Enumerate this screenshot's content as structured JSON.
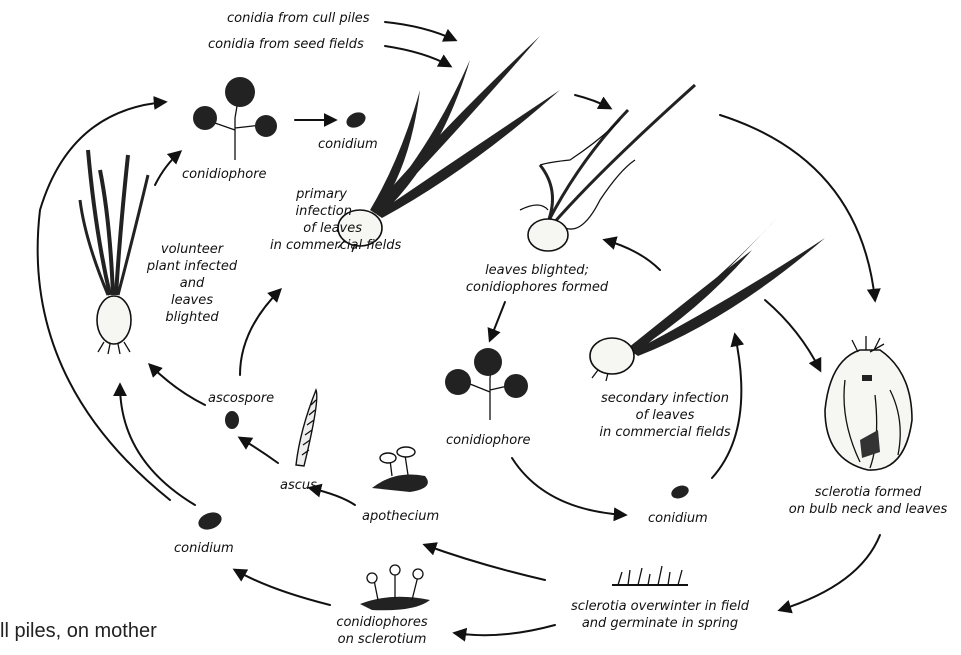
{
  "labels": {
    "conidia_cull": "conidia from cull piles",
    "conidia_seed": "conidia from seed fields",
    "conidiophore_top": "conidiophore",
    "conidium_top": "conidium",
    "volunteer": [
      "volunteer",
      "plant infected",
      "and",
      "leaves",
      "blighted"
    ],
    "primary": [
      "primary",
      "infection",
      "of leaves",
      "in commercial fields"
    ],
    "leaves_blighted": [
      "leaves blighted;",
      "conidiophores formed"
    ],
    "conidiophore_mid": "conidiophore",
    "secondary": [
      "secondary infection",
      "of leaves",
      "in commercial fields"
    ],
    "ascospore": "ascospore",
    "ascus": "ascus",
    "apothecium": "apothecium",
    "conidium_left": "conidium",
    "conidium_mid": "conidium",
    "sclerotia_formed": [
      "sclerotia formed",
      "on bulb neck and leaves"
    ],
    "overwinter": [
      "sclerotia overwinter in field",
      "and germinate in spring"
    ],
    "conidiophores_sclerotium": [
      "conidiophores",
      "on sclerotium"
    ]
  },
  "caption": "ll piles, on mother"
}
